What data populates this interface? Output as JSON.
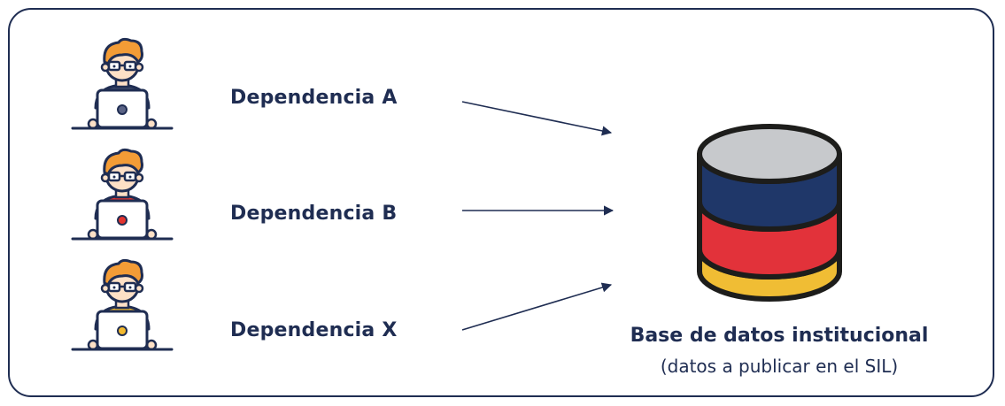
{
  "dependencies": [
    {
      "label": "Dependencia A",
      "shirt_color": "#3d4a6b",
      "dot_color": "#5b6486"
    },
    {
      "label": "Dependencia B",
      "shirt_color": "#e3342f",
      "dot_color": "#e3342f"
    },
    {
      "label": "Dependencia X",
      "shirt_color": "#f2b92f",
      "dot_color": "#f2b92f"
    }
  ],
  "database": {
    "title": "Base de datos institucional",
    "subtitle": "(datos a publicar en el SIL)",
    "colors": {
      "top": "#c7c9cc",
      "band1": "#1f3769",
      "band2": "#e2323a",
      "band3": "#f0bd34",
      "outline": "#1d1d1b"
    }
  },
  "colors": {
    "navy": "#1f2d52",
    "hair": "#f39c36",
    "skin": "#fde0c6"
  }
}
